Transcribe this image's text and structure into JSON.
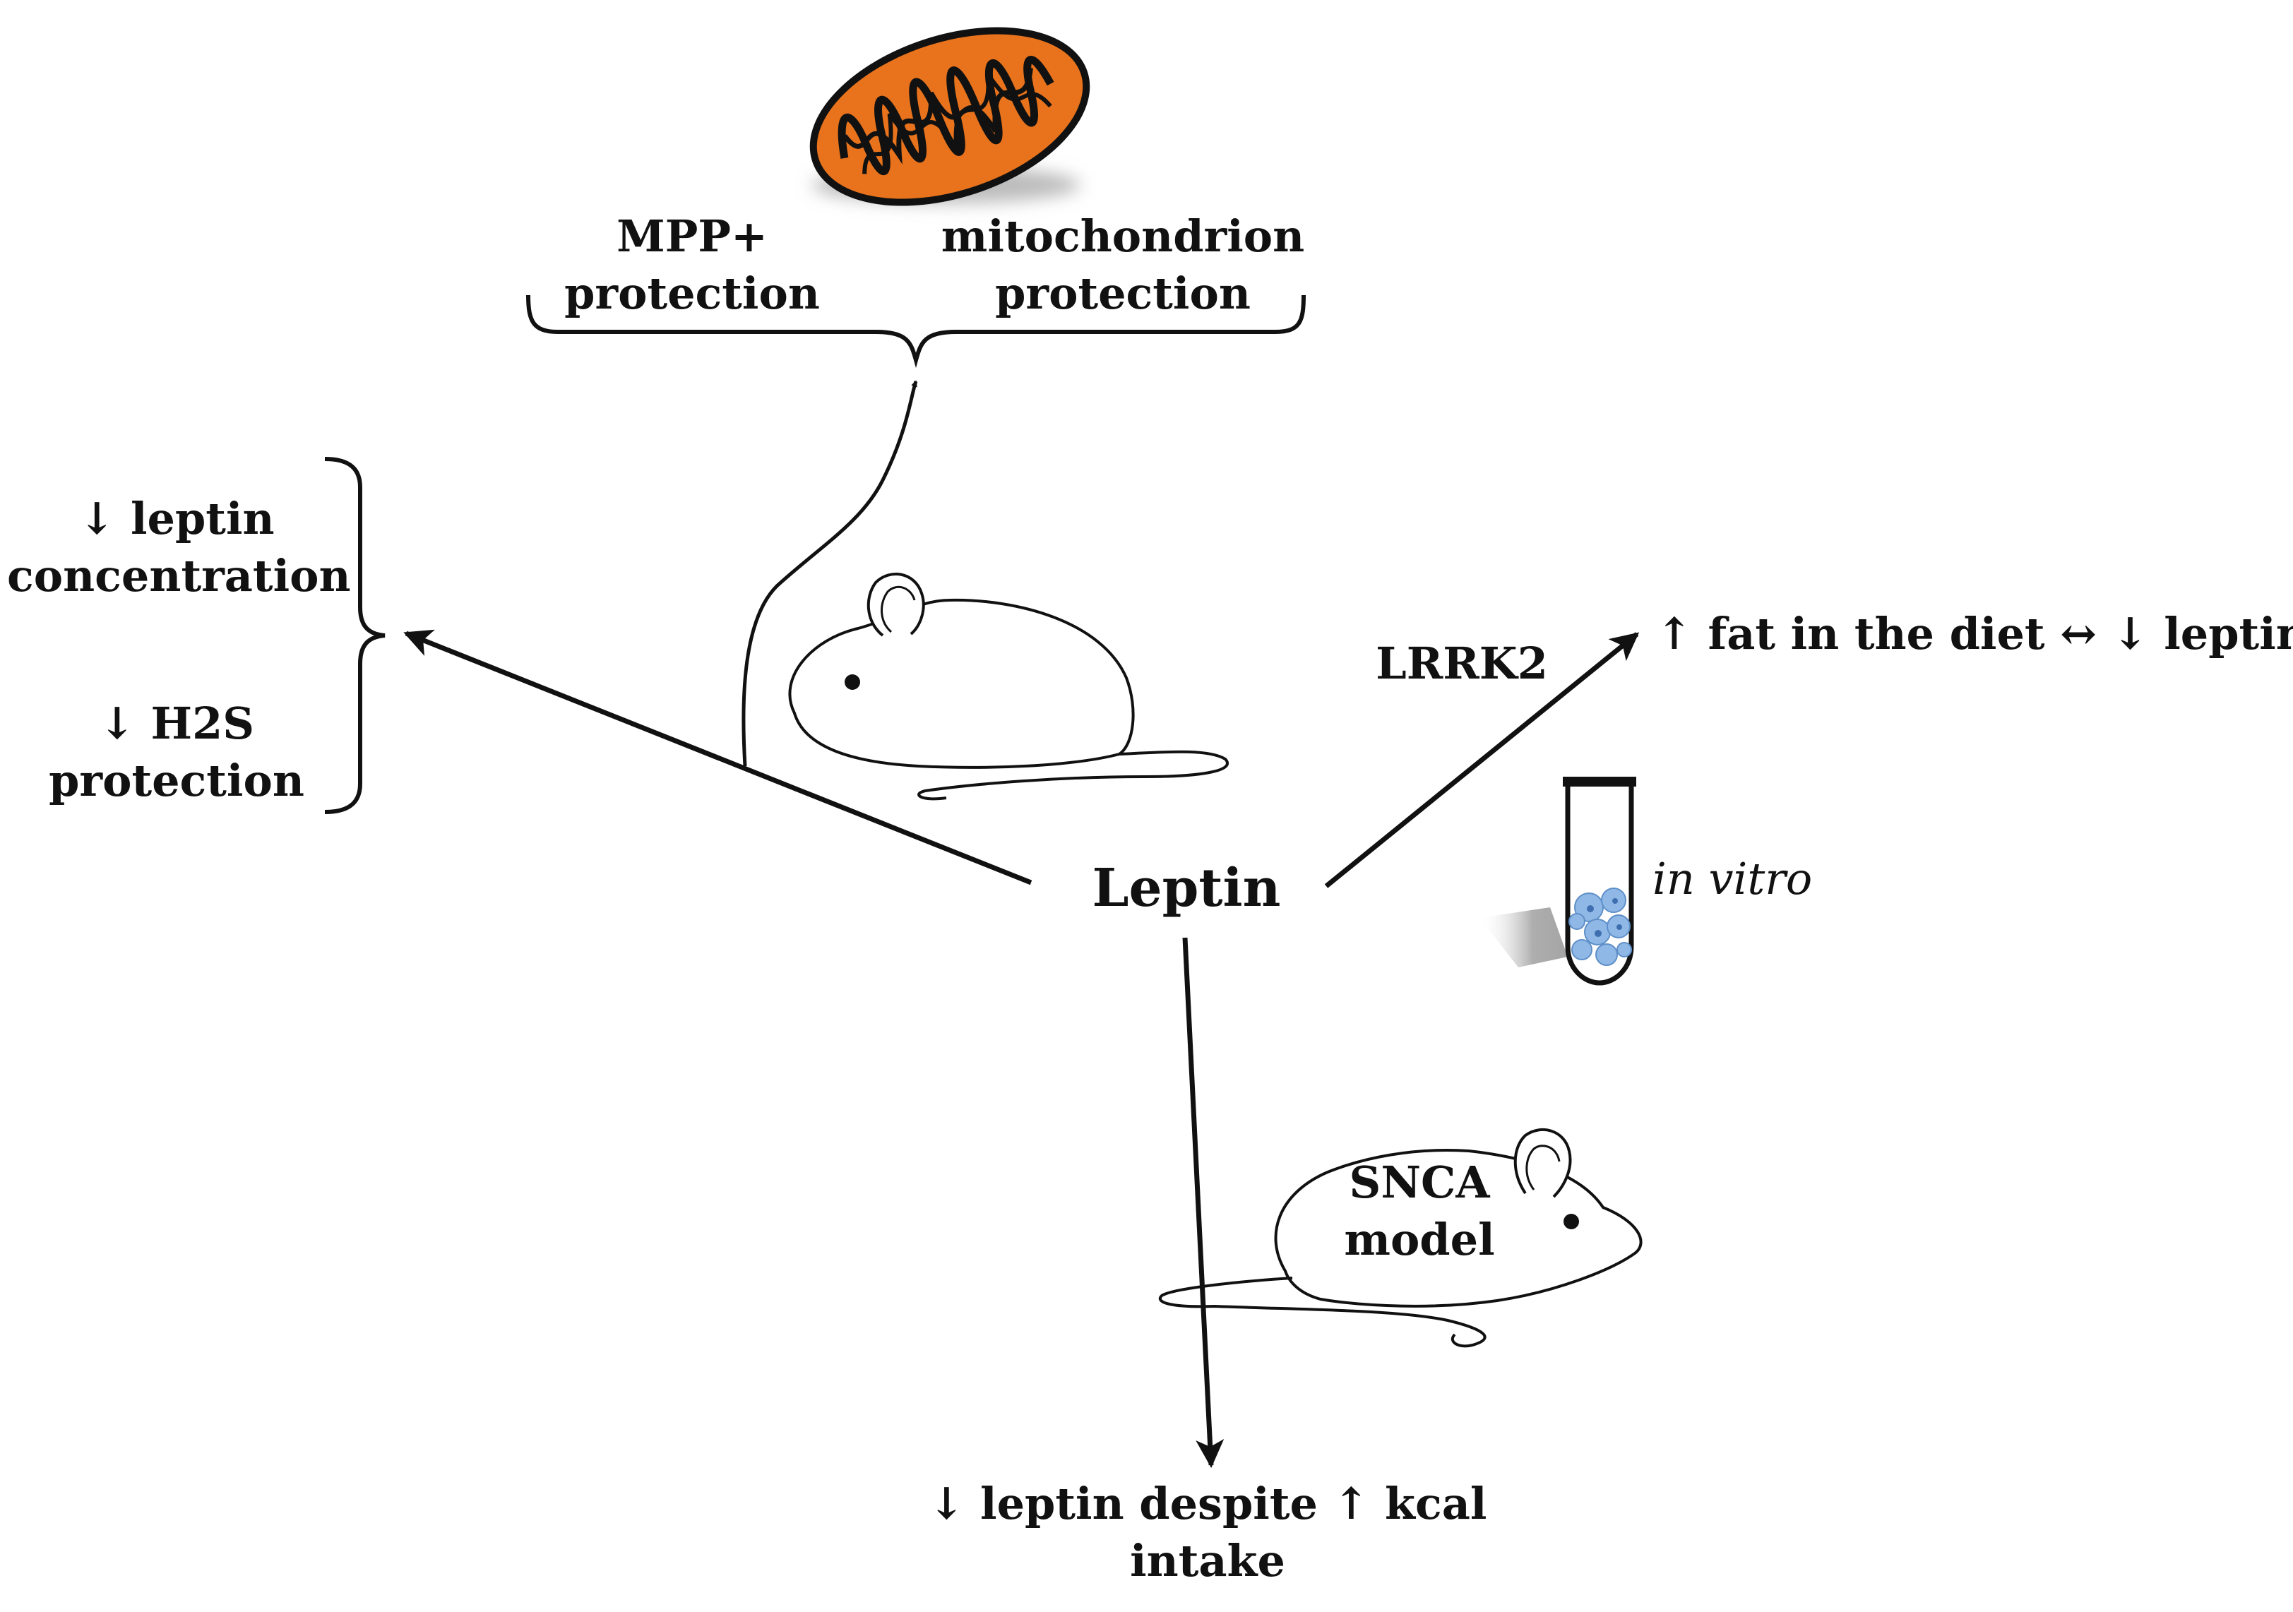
{
  "center": {
    "label": "Leptin"
  },
  "mitochondrion": {
    "left_label": [
      "MPP+",
      "protection"
    ],
    "right_label": [
      "mitochondrion",
      "protection"
    ],
    "fill_color": "#e8731c"
  },
  "left_bracket": {
    "top_label": [
      "↓ leptin",
      "concentration"
    ],
    "bottom_label": [
      "↓ H2S",
      "protection"
    ]
  },
  "lrrk2": {
    "label": "LRRK2",
    "effect": "↑ fat in the diet ↔ ↓ leptin"
  },
  "in_vitro": {
    "label": "in vitro",
    "cell_color": "#8fb8e6"
  },
  "snca": {
    "label": [
      "SNCA",
      "model"
    ],
    "effect": [
      "↓ leptin despite ↑ kcal",
      "intake"
    ]
  }
}
